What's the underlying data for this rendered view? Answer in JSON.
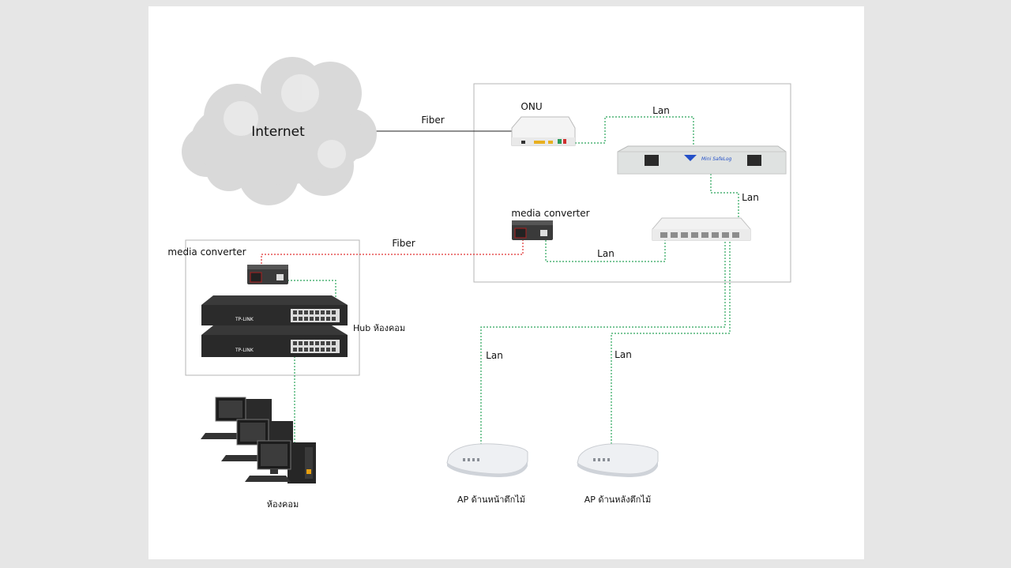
{
  "labels": {
    "internet": "Internet",
    "fiber_top": "Fiber",
    "onu": "ONU",
    "lan_onu_patch": "Lan",
    "lan_patch_switch": "Lan",
    "media_converter_right": "media converter",
    "lan_mc_switch": "Lan",
    "fiber_bottom": "Fiber",
    "media_converter_left": "media converter",
    "hub": "Hub ห้องคอม",
    "lan_ap1": "Lan",
    "lan_ap2": "Lan",
    "ap1": "AP ด้านหน้าตึกไม้",
    "ap2": "AP ด้านหลังตึกไม้",
    "computer_room": "ห้องคอม"
  },
  "device_text": {
    "patch_panel_brand": "Mini SafeLog",
    "tplink_brand": "TP-LINK"
  },
  "colors": {
    "fiber": "#e03030",
    "lan": "#2aa55a",
    "line_black": "#222222",
    "frame": "#b5b5b5"
  }
}
